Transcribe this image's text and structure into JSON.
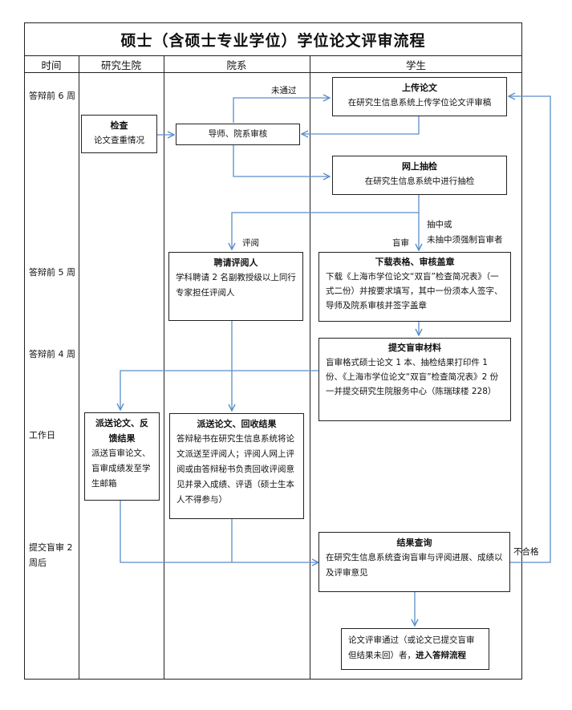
{
  "title": "硕士（含硕士专业学位）学位论文评审流程",
  "columns": {
    "time": "时间",
    "graduate_school": "研究生院",
    "department": "院系",
    "student": "学生"
  },
  "time_labels": [
    "答辩前 6 周",
    "答辩前 5 周",
    "答辩前 4 周",
    "工作日",
    "提交盲审 2 周后"
  ],
  "boxes": {
    "upload": {
      "title": "上传论文",
      "text": "在研究生信息系统上传学位论文评审稿"
    },
    "check": {
      "title": "检查",
      "text": "论文查重情况"
    },
    "review": {
      "title": "",
      "text": "导师、院系审核"
    },
    "spot_check": {
      "title": "网上抽检",
      "text": "在研究生信息系统中进行抽检"
    },
    "hire_reviewer": {
      "title": "聘请评阅人",
      "text": "学科聘请 2 名副教授级以上同行专家担任评阅人"
    },
    "download_form": {
      "title": "下载表格、审核盖章",
      "text": "下载《上海市学位论文“双盲”检查简况表》（一式二份）并按要求填写，其中一份须本人签字、导师及院系审核并签字盖章"
    },
    "submit_blind": {
      "title": "提交盲审材料",
      "text": "盲审格式硕士论文 1 本、抽检结果打印件 1 份、《上海市学位论文“双盲”检查简况表》2 份一并提交研究生院服务中心（陈瑞球楼 228）"
    },
    "send_feedback": {
      "title": "派送论文、反馈结果",
      "text": "派送盲审论文、盲审成绩发至学生邮箱"
    },
    "send_collect": {
      "title": "派送论文、回收结果",
      "text": "答辩秘书在研究生信息系统将论文派送至评阅人；评阅人网上评阅或由答辩秘书负责回收评阅意见并录入成绩、评语（硕士生本人不得参与）"
    },
    "result_query": {
      "title": "结果查询",
      "text": "在研究生信息系统查询盲审与评阅进展、成绩以及评审意见"
    },
    "final": {
      "text_prefix": "论文评审通过（或论文已提交盲审但结果未回）者，",
      "text_bold": "进入答辩流程"
    }
  },
  "edge_labels": {
    "not_passed": "未通过",
    "review": "评阅",
    "blind": "盲审",
    "spot_selected_1": "抽中或",
    "spot_selected_2": "未抽中须强制盲审者",
    "failed": "不合格"
  },
  "colors": {
    "arrow": "#5b8ec9",
    "border": "#222222"
  }
}
